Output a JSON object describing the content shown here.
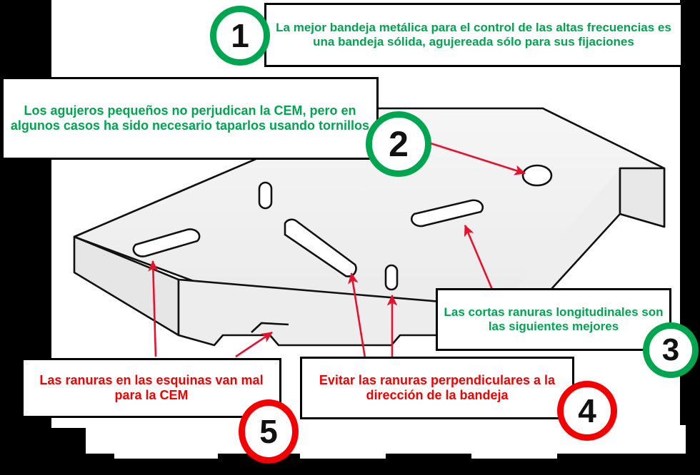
{
  "diagram": {
    "title_subject": "Bandeja metálica - control CEM",
    "colors": {
      "good_green": "#00a550",
      "bad_red": "#f40000",
      "outline_black": "#000000",
      "tray_fill": "#f2f2f2",
      "background": "#000000",
      "panel": "#ffffff"
    },
    "callouts": [
      {
        "number": "1",
        "badge_color": "#00a550",
        "text_color": "#00a550",
        "text": "La mejor bandeja metálica para el control de las altas frecuencias es una bandeja sólida, agujereada sólo para sus fijaciones"
      },
      {
        "number": "2",
        "badge_color": "#00a550",
        "text_color": "#00a550",
        "text": "Los agujeros pequeños no perjudican la CEM, pero en algunos casos ha sido necesario taparlos usando tornillos"
      },
      {
        "number": "3",
        "badge_color": "#00a550",
        "text_color": "#00a550",
        "text": "Las cortas ranuras longitudinales son las siguientes mejores"
      },
      {
        "number": "4",
        "badge_color": "#f40000",
        "text_color": "#f40000",
        "text": "Evitar las ranuras perpendiculares a la dirección de la bandeja"
      },
      {
        "number": "5",
        "badge_color": "#f40000",
        "text_color": "#f40000",
        "text": "Las ranuras en las esquinas van mal para la CEM"
      }
    ],
    "illustration": {
      "object": "cable-tray-isometric",
      "features": [
        "agujero redondo de fijación",
        "ranura longitudinal corta en el ala trasera",
        "ranura longitudinal corta en el fondo",
        "ranura perpendicular a la dirección de la bandeja",
        "ranura vertical en el ala delantera",
        "ranura en la esquina del ala delantera",
        "muescas en el borde inferior"
      ],
      "arrow_color": "#e8112d"
    }
  }
}
